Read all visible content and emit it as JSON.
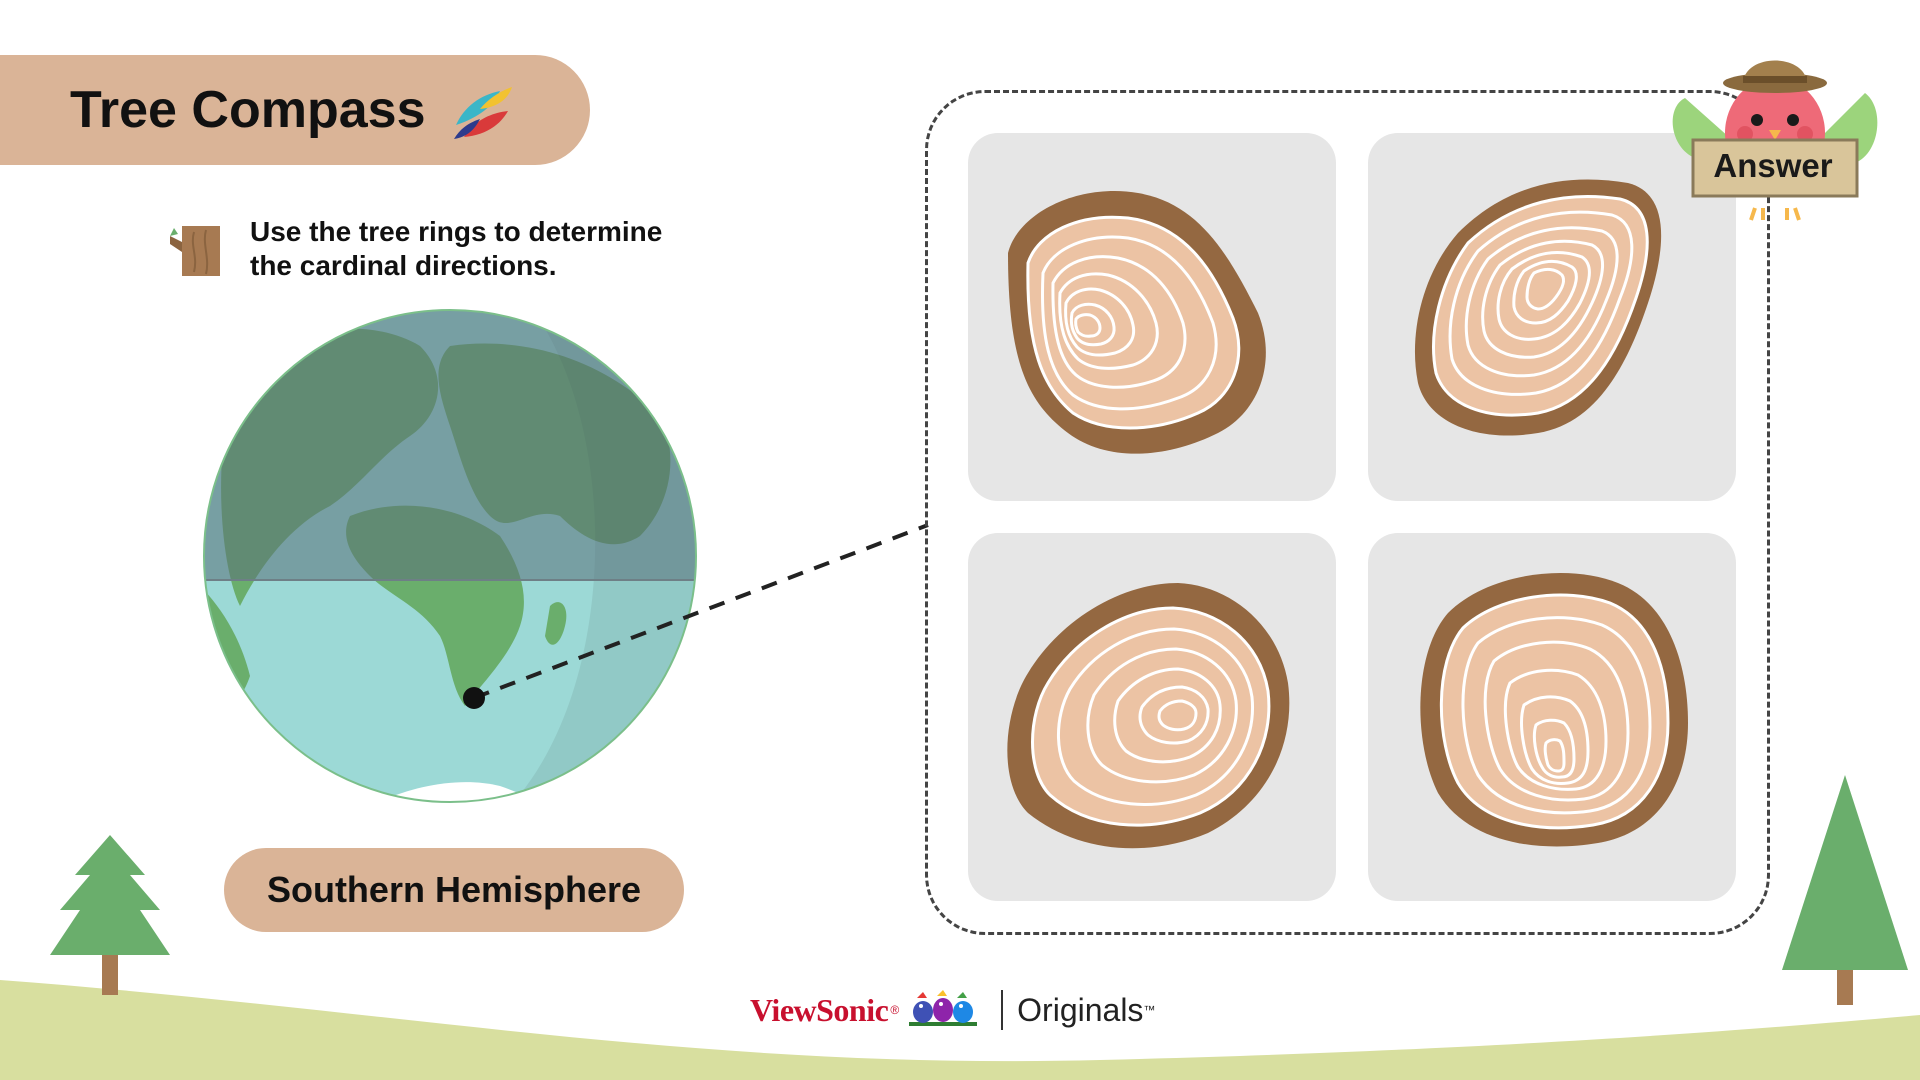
{
  "title": "Tree Compass",
  "instruction": {
    "line1": "Use the tree rings to determine",
    "line2": "the cardinal directions.",
    "icon": "tree-stump-icon"
  },
  "hemisphere_label": "Southern Hemisphere",
  "answer_button": {
    "label": "Answer",
    "icon": "bird-mascot-icon"
  },
  "tree_rings": [
    {
      "name": "ring-option-1",
      "center_side": "left"
    },
    {
      "name": "ring-option-2",
      "center_side": "top"
    },
    {
      "name": "ring-option-3",
      "center_side": "right"
    },
    {
      "name": "ring-option-4",
      "center_side": "bottom"
    }
  ],
  "footer": {
    "brand": "ViewSonic",
    "brand_mark": "®",
    "product": "Originals",
    "trademark": "™"
  },
  "colors": {
    "banner": "#dab497",
    "bark": "#946841",
    "wood": "#ecc3a4",
    "tile": "#e6e6e6",
    "tree": "#6aae6c",
    "ground": "#d8df9f",
    "brand_red": "#c8102e"
  }
}
